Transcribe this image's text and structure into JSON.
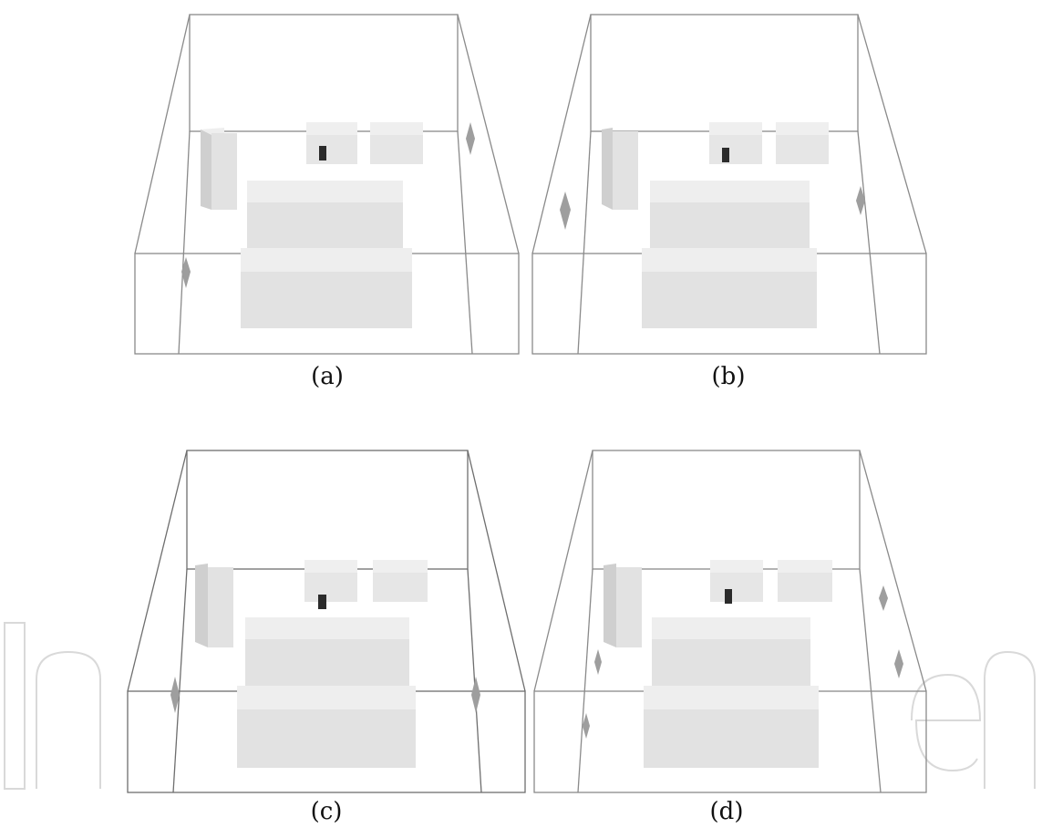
{
  "figure": {
    "panels": [
      {
        "caption": "(a)"
      },
      {
        "caption": "(b)"
      },
      {
        "caption": "(c)"
      },
      {
        "caption": "(d)"
      }
    ]
  },
  "colors": {
    "room_edge": "#8a8a8a",
    "box_front": "#e2e2e2",
    "box_top": "#eeeeee",
    "box_side": "#cfcfcf",
    "diamond": "#9e9e9e",
    "camera": "#2b2b2b",
    "watermark": "#d9d9d9"
  }
}
